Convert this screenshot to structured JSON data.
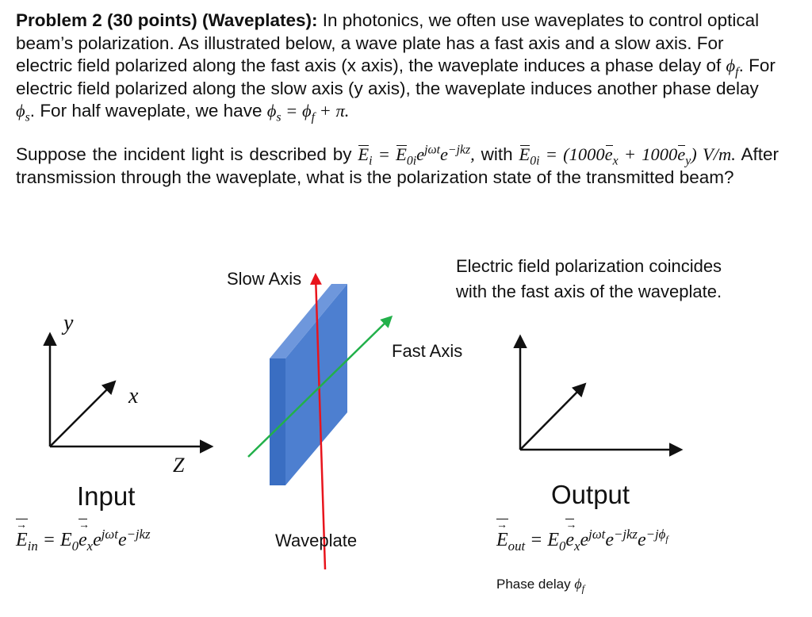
{
  "problem": {
    "heading": "Problem 2 (30 points) (Waveplates):",
    "para1_a": "In photonics, we often use waveplates to control optical beam’s polarization. As illustrated below, a wave plate has a fast axis and a slow axis. For electric field polarized along the fast axis (x axis), the waveplate induces a phase delay of",
    "para1_b": "For electric field polarized along the slow axis (y axis), the waveplate induces another phase delay",
    "para1_c": "For half waveplate, we have",
    "para2_a": "Suppose the incident light is described by",
    "para2_b": "with",
    "para2_c": "After transmission through the waveplate, what is the polarization state of the transmitted beam?"
  },
  "diagram": {
    "slow_axis": "Slow Axis",
    "fast_axis": "Fast Axis",
    "caption_line1": "Electric field polarization coincides",
    "caption_line2": "with the fast axis of the waveplate.",
    "input_label": "Input",
    "output_label": "Output",
    "waveplate_label": "Waveplate",
    "axis_y": "y",
    "axis_x": "x",
    "axis_z": "Z",
    "phase_delay_label": "Phase delay",
    "colors": {
      "plate_front": "#3a6ec2",
      "plate_side": "#4d7fd0",
      "plate_top": "#6e97dc",
      "slow_arrow": "#e8141c",
      "fast_arrow": "#22b04a"
    }
  }
}
